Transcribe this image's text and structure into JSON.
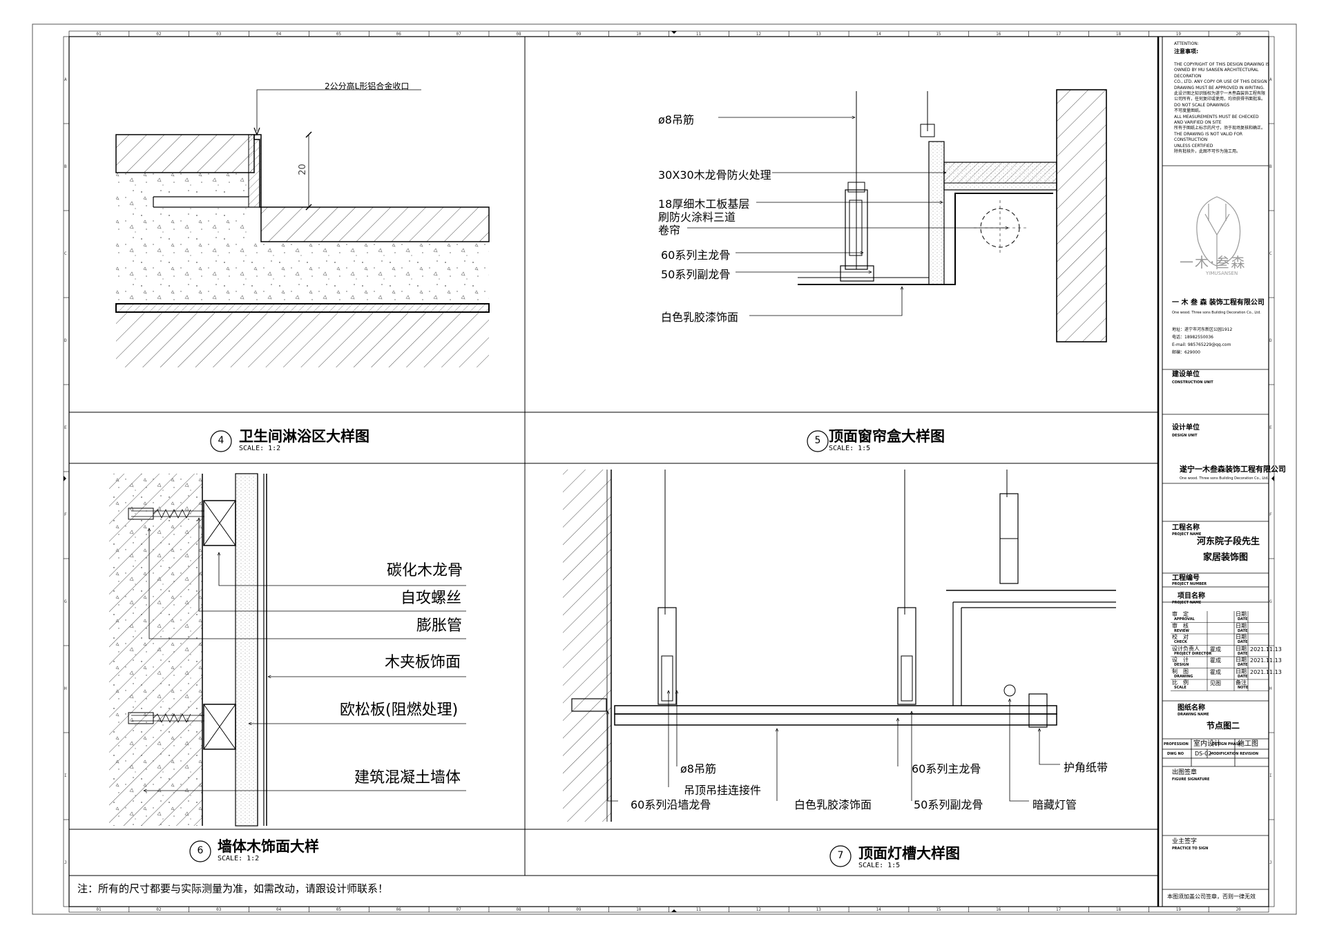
{
  "sheet": {
    "note": "注：所有的尺寸都要与实际测量为准，如需改动，请跟设计师联系！",
    "grid_cols": [
      "01",
      "02",
      "03",
      "04",
      "05",
      "06",
      "07",
      "08",
      "09",
      "10",
      "11",
      "12",
      "13",
      "14",
      "15",
      "16",
      "17",
      "18",
      "19",
      "20"
    ],
    "grid_rows": [
      "A",
      "B",
      "C",
      "D",
      "E",
      "F",
      "G",
      "H",
      "I",
      "J"
    ]
  },
  "details": {
    "d4": {
      "num": "4",
      "title": "卫生间淋浴区大样图",
      "scale": "SCALE: 1:2",
      "callouts": {
        "edge": "2公分高L形铝合金收口",
        "dim": "20"
      }
    },
    "d5": {
      "num": "5",
      "title": "顶面窗帘盒大样图",
      "scale": "SCALE: 1:5",
      "callouts": {
        "rod": "ø8吊筋",
        "keel": "30X30木龙骨防火处理",
        "board1": "18厚细木工板基层",
        "board2": "刷防火涂料三道",
        "curtain": "卷帘",
        "main": "60系列主龙骨",
        "sub": "50系列副龙骨",
        "paint": "白色乳胶漆饰面"
      }
    },
    "d6": {
      "num": "6",
      "title": "墙体木饰面大样",
      "scale": "SCALE: 1:2",
      "callouts": {
        "c1": "碳化木龙骨",
        "c2": "自攻螺丝",
        "c3": "膨胀管",
        "c4": "木夹板饰面",
        "c5": "欧松板(阻燃处理)",
        "c6": "建筑混凝土墙体"
      }
    },
    "d7": {
      "num": "7",
      "title": "顶面灯槽大样图",
      "scale": "SCALE: 1:5",
      "callouts": {
        "rod": "ø8吊筋",
        "hanger": "吊顶吊挂连接件",
        "wallkeel": "60系列沿墙龙骨",
        "paint": "白色乳胶漆饰面",
        "main": "60系列主龙骨",
        "sub": "50系列副龙骨",
        "corner": "护角纸带",
        "lamp": "暗藏灯管"
      }
    }
  },
  "titleblock": {
    "attention": "ATTENTION:",
    "notice_cn": "注意事项:",
    "notice_lines": [
      "THE COPYRIGHT OF THIS DESIGN DRAWING IS",
      "OWNED BY MU SANSEN ARCHITECTURAL DECORATION",
      "CO., LTD. ANY COPY OR USE OF THIS DESIGN",
      "DRAWING MUST BE APPROVED IN WRITING.",
      "此设计图之知识版权为遂宁一木叁森装饰工程有限",
      "公司所有，任何复印或使用，均须获得书面批准。",
      "DO NOT SCALE DRAWINGS",
      "不可度量图纸。",
      "ALL MEASUREMENTS MUST BE CHECKED",
      "AND VARIFIED ON SITE",
      "所有于图纸上标示的尺寸，须于现场复核和确正。",
      "THE DRAWING IS NOT VALID FOR CONSTRUCTION",
      "UNLESS CERTIFIED",
      "除有批核外，此图不可作为施工用。"
    ],
    "logo_text": "一木·叁森",
    "logo_en": "YIMUSANSEN",
    "company": "一 木 叁 森  装饰工程有限公司",
    "company_en": "One wood. Three sons Building Decoration Co., Ltd.",
    "contact": [
      "地址：遂宁市河东新区公园1912",
      "电话：18982550036",
      "E-mail: 985765229@qq.com",
      "邮编：629000"
    ],
    "build_unit_cn": "建设单位",
    "build_unit_en": "CONSTRUCTION UNIT",
    "design_unit_cn": "设计单位",
    "design_unit_en": "DESIGN UNIT",
    "design_company": "遂宁一木叁森装饰工程有限公司",
    "design_company_en": "One wood. Three sons Building Decoration Co., Ltd.",
    "project_cn": "工程名称",
    "project_en": "PROJECT NAME",
    "project_name1": "河东院子段先生",
    "project_name2": "家居装饰图",
    "project_no_cn": "工程编号",
    "project_no_en": "PROJECT NUMBER",
    "item_cn": "项目名称",
    "item_en": "PROJECT NAME",
    "sign_rows": [
      {
        "cn": "审　定",
        "en": "APPROVAL",
        "name": "",
        "dcn": "日期",
        "den": "DATE",
        "date": ""
      },
      {
        "cn": "审　核",
        "en": "REVIEW",
        "name": "",
        "dcn": "日期",
        "den": "DATE",
        "date": ""
      },
      {
        "cn": "校　对",
        "en": "CHECK",
        "name": "",
        "dcn": "日期",
        "den": "DATE",
        "date": ""
      },
      {
        "cn": "设计负责人",
        "en": "PROJECT DIRECTOR",
        "name": "霍成",
        "dcn": "日期",
        "den": "DATE",
        "date": "2021.11.13"
      },
      {
        "cn": "设　计",
        "en": "DESIGN",
        "name": "霍成",
        "dcn": "日期",
        "den": "DATE",
        "date": "2021.11.13"
      },
      {
        "cn": "制　图",
        "en": "DRAWING",
        "name": "霍成",
        "dcn": "日期",
        "den": "DATE",
        "date": "2021.11.13"
      },
      {
        "cn": "比　例",
        "en": "SCALE",
        "name": "见图",
        "dcn": "备注",
        "den": "NOTE",
        "date": ""
      }
    ],
    "drawing_name_cn": "图纸名称",
    "drawing_name_en": "DRAWING NAME",
    "drawing_name": "节点图二",
    "profession_en": "PROFESSION",
    "profession": "室内设计",
    "phase_en": "DESIGN PHASE",
    "phase": "施工图",
    "dwg_no_en": "DWG NO",
    "dwg_no": "DS-02",
    "revision_en": "MODIFICATION REVISION",
    "sig_cn": "出图签章",
    "sig_en": "FIGURE SIGNATURE",
    "owner_cn": "业主签字",
    "owner_en": "PRACTICE TO SIGN",
    "footer": "本图须加盖公司签章，否则一律无效"
  }
}
